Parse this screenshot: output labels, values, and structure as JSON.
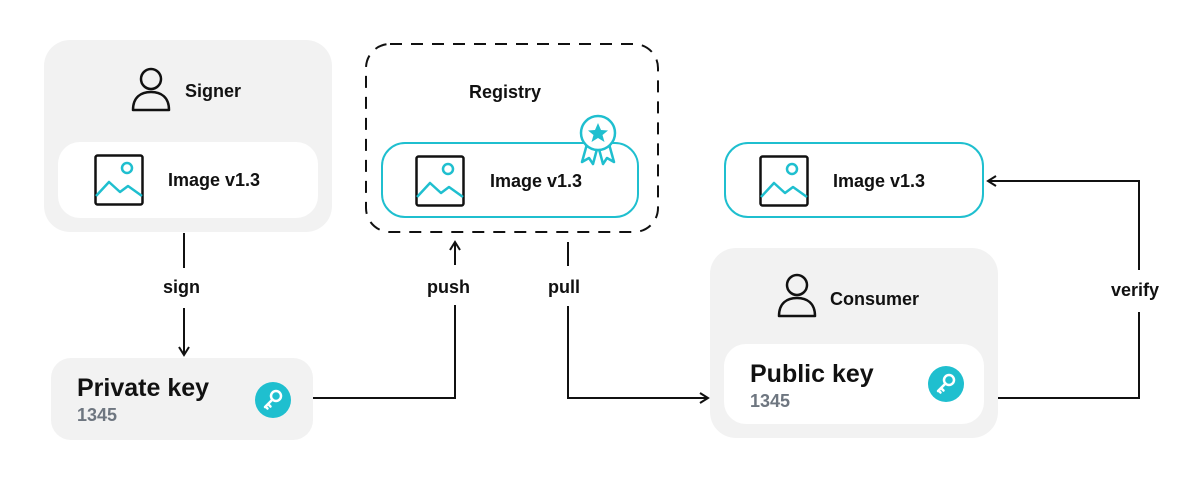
{
  "signer": {
    "title": "Signer",
    "image_label": "Image v1.3"
  },
  "registry": {
    "title": "Registry",
    "image_label": "Image v1.3"
  },
  "verified": {
    "image_label": "Image v1.3"
  },
  "private_key": {
    "title": "Private key",
    "value": "1345"
  },
  "consumer": {
    "title": "Consumer"
  },
  "public_key": {
    "title": "Public key",
    "value": "1345"
  },
  "edges": {
    "sign": "sign",
    "push": "push",
    "pull": "pull",
    "verify": "verify"
  },
  "colors": {
    "accent": "#1fbfcf",
    "panel": "#f2f2f2",
    "line": "#111111",
    "muted": "#6e7680"
  },
  "icons": [
    "user-icon",
    "image-icon",
    "award-badge-icon",
    "key-icon"
  ]
}
